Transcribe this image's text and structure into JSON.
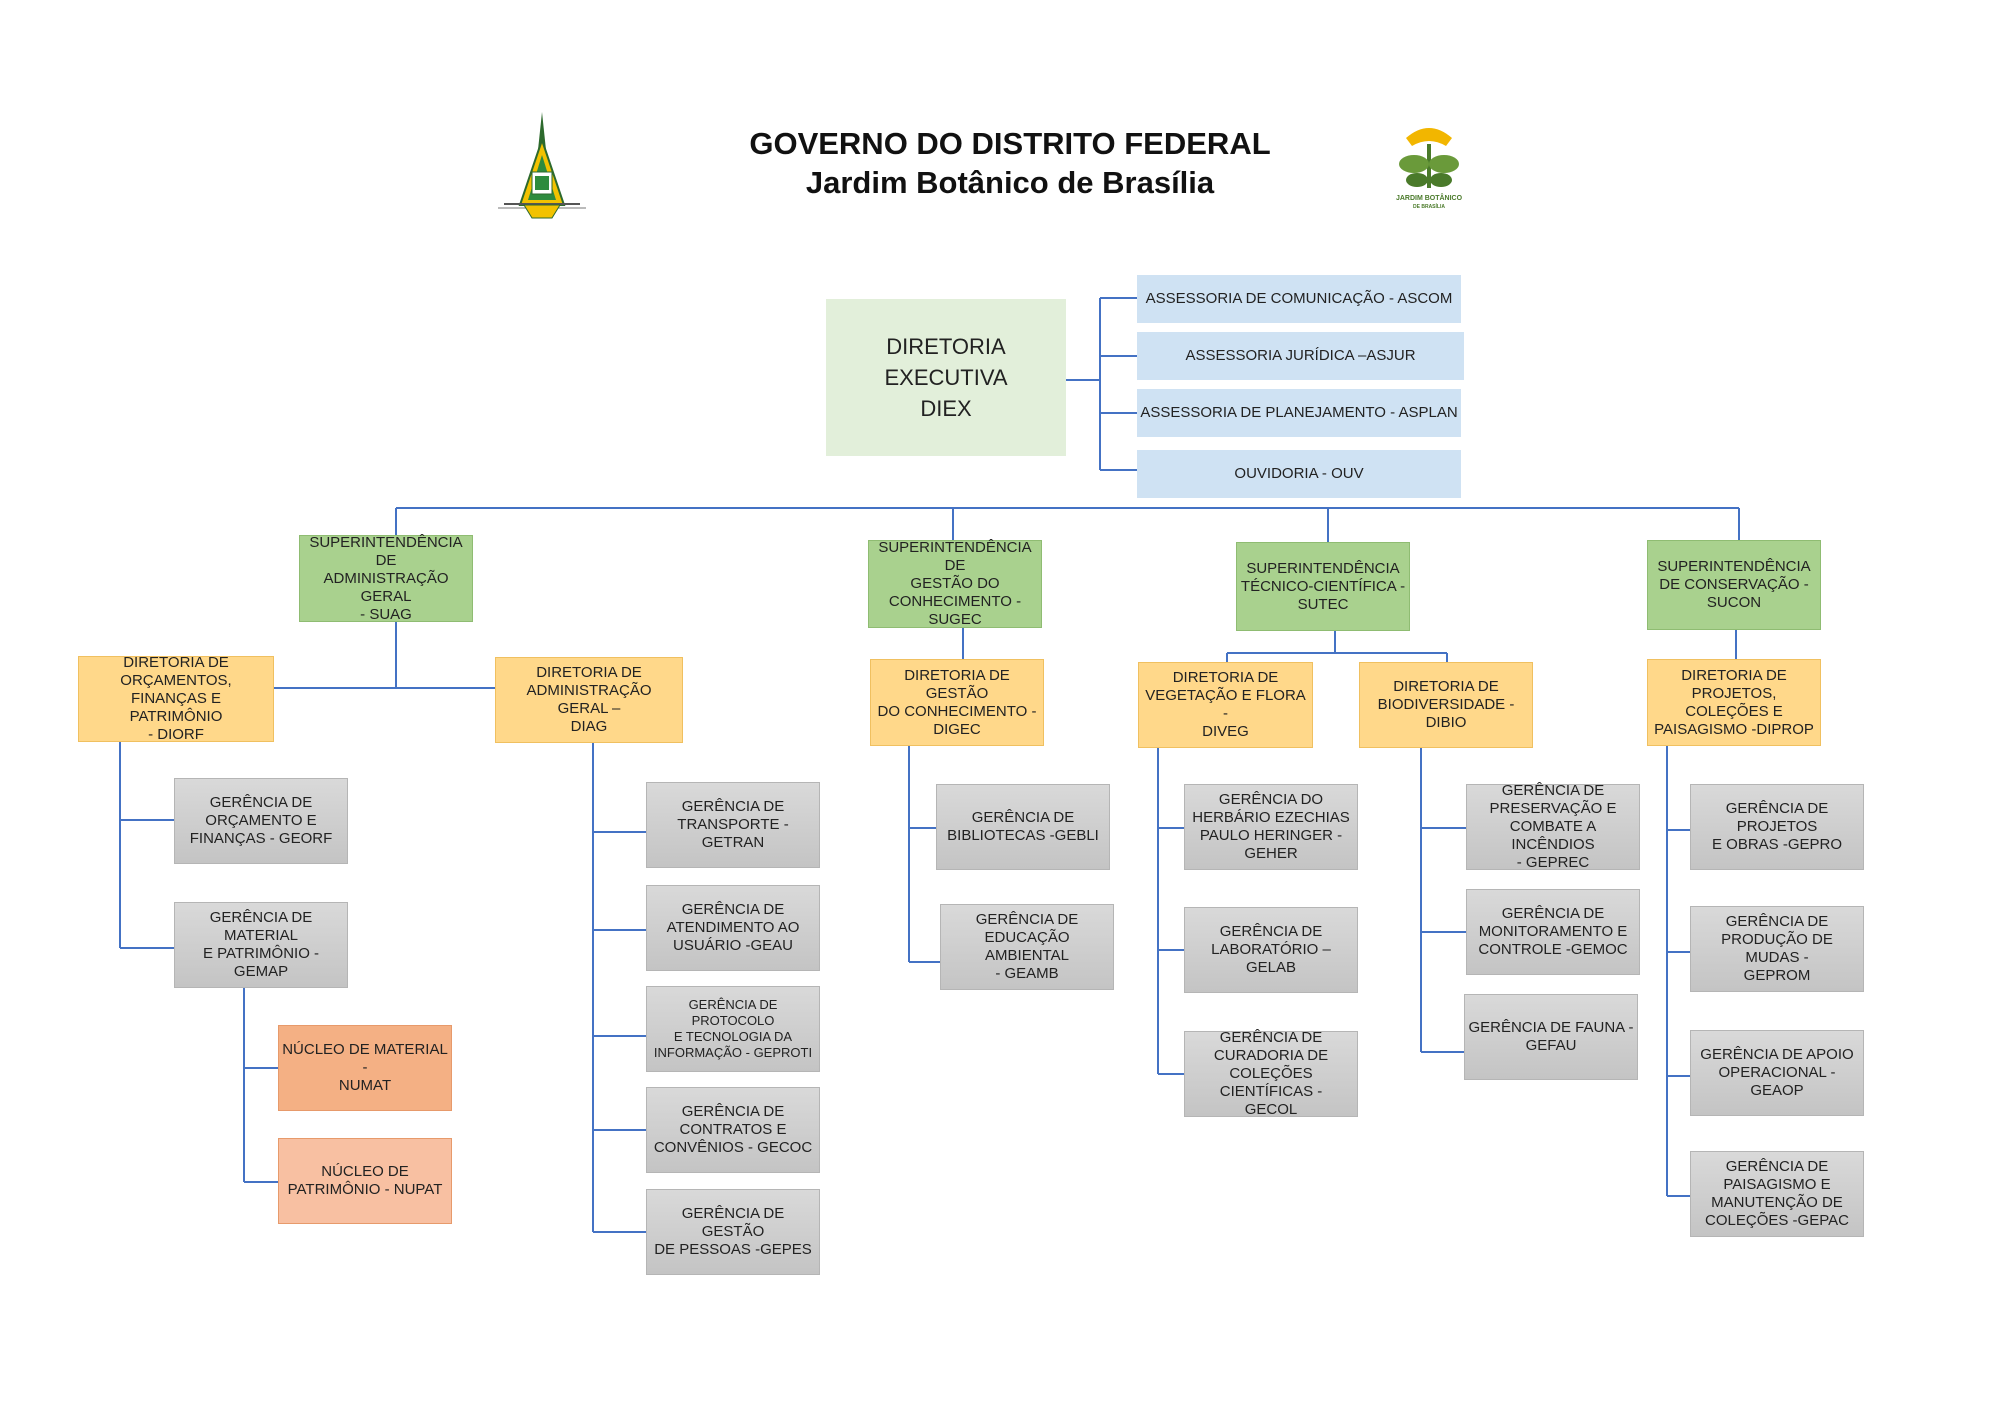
{
  "header": {
    "title": "GOVERNO DO DISTRITO FEDERAL",
    "subtitle": "Jardim Botânico de Brasília",
    "logo_right_text": "JARDIM BOTÂNICO",
    "logo_right_subtext": "DE BRASÍLIA"
  },
  "diex": "DIRETORIA EXECUTIVA\nDIEX",
  "assessorias": {
    "ascom": "ASSESSORIA DE COMUNICAÇÃO -   ASCOM",
    "asjur": "ASSESSORIA JURÍDICA –ASJUR",
    "asplan": "ASSESSORIA DE PLANEJAMENTO - ASPLAN",
    "ouv": "OUVIDORIA - OUV"
  },
  "superintendencias": {
    "suag": "SUPERINTENDÊNCIA DE\nADMINISTRAÇÃO GERAL\n- SUAG",
    "sugec": "SUPERINTENDÊNCIA DE\nGESTÃO DO\nCONHECIMENTO -\nSUGEC",
    "sutec": "SUPERINTENDÊNCIA\nTÉCNICO-CIENTÍFICA -\nSUTEC",
    "sucon": "SUPERINTENDÊNCIA\nDE CONSERVAÇÃO -\nSUCON"
  },
  "diretorias": {
    "diorf": "DIRETORIA DE\nORÇAMENTOS, FINANÇAS E\nPATRIMÔNIO\n- DIORF",
    "diag": "DIRETORIA DE\nADMINISTRAÇÃO GERAL –\nDIAG",
    "digec": "DIRETORIA DE GESTÃO\nDO CONHECIMENTO -\nDIGEC",
    "diveg": "DIRETORIA DE\nVEGETAÇÃO E FLORA -\nDIVEG",
    "dibio": "DIRETORIA DE\nBIODIVERSIDADE -\nDIBIO",
    "diprop": "DIRETORIA DE\nPROJETOS, COLEÇÕES E\nPAISAGISMO -DIPROP"
  },
  "gerencias": {
    "georf": "GERÊNCIA DE\nORÇAMENTO E\nFINANÇAS - GEORF",
    "gemap": "GERÊNCIA DE MATERIAL\nE PATRIMÔNIO -\nGEMAP",
    "getran": "GERÊNCIA DE\nTRANSPORTE - GETRAN",
    "geau": "GERÊNCIA DE\nATENDIMENTO AO\nUSUÁRIO -GEAU",
    "geproti": "GERÊNCIA DE\nPROTOCOLO\nE TECNOLOGIA DA\nINFORMAÇÃO - GEPROTI",
    "gecoc": "GERÊNCIA DE\nCONTRATOS E\nCONVÊNIOS - GECOC",
    "gepes": "GERÊNCIA DE GESTÃO\nDE PESSOAS -GEPES",
    "gebli": "GERÊNCIA DE\nBIBLIOTECAS -GEBLI",
    "geamb": "GERÊNCIA DE\nEDUCAÇÃO AMBIENTAL\n- GEAMB",
    "geher": "GERÊNCIA DO\nHERBÁRIO EZECHIAS\nPAULO HERINGER -\nGEHER",
    "gelab": "GERÊNCIA DE\nLABORATÓRIO – GELAB",
    "gecol": "GERÊNCIA DE\nCURADORIA DE\nCOLEÇÕES CIENTÍFICAS -\nGECOL",
    "geprec": "GERÊNCIA DE\nPRESERVAÇÃO E\nCOMBATE A INCÊNDIOS\n- GEPREC",
    "gemoc": "GERÊNCIA DE\nMONITORAMENTO E\nCONTROLE -GEMOC",
    "gefau": "GERÊNCIA DE FAUNA -\nGEFAU",
    "gepro": "GERÊNCIA DE PROJETOS\nE OBRAS -GEPRO",
    "geprom": "GERÊNCIA DE\nPRODUÇÃO DE MUDAS -\nGEPROM",
    "geaop": "GERÊNCIA DE APOIO\nOPERACIONAL - GEAOP",
    "gepac": "GERÊNCIA DE\nPAISAGISMO E\nMANUTENÇÃO DE\nCOLEÇÕES -GEPAC"
  },
  "nucleos": {
    "numat": "NÚCLEO DE MATERIAL -\nNUMAT",
    "nupat": "NÚCLEO DE\nPATRIMÔNIO - NUPAT"
  },
  "colors": {
    "connector": "#4472c4",
    "diex": "#e2efda",
    "assessoria": "#cfe2f3",
    "superintendencia": "#a9d18e",
    "diretoria": "#ffd88a",
    "gerencia": "#d0d0d0",
    "nucleo": "#f4b084"
  }
}
